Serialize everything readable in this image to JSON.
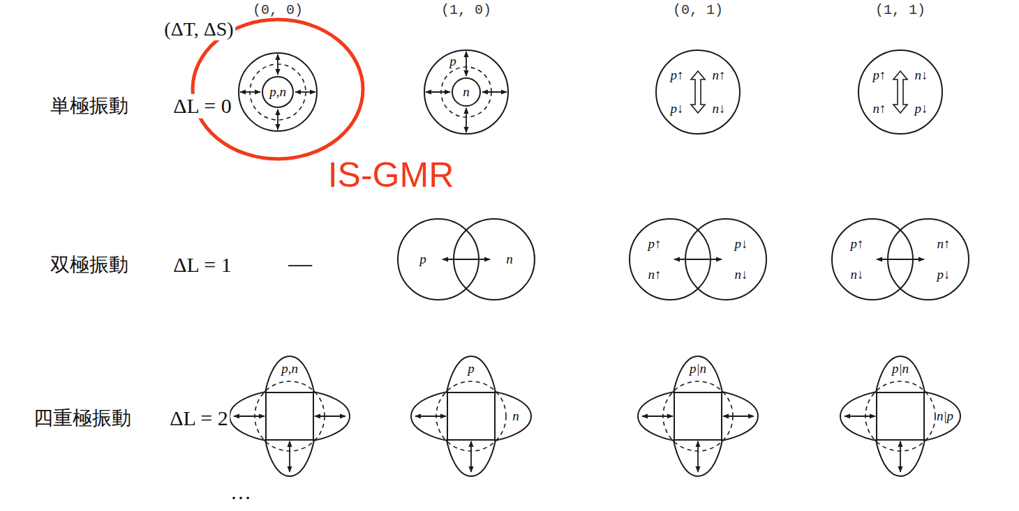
{
  "diagram": {
    "labels": [
      "(ΔT, ΔS)",
      "(0, 0)",
      "(1, 0)",
      "(0, 1)",
      "(1, 1)",
      "単極振動",
      "ΔL = 0",
      "p,n",
      "p",
      "n",
      "p↑",
      "n↑",
      "p↓",
      "n↓",
      "p↑",
      "n↓",
      "n↑",
      "p↓",
      "IS-GMR",
      "双極振動",
      "ΔL = 1",
      "—",
      "p",
      "n",
      "p↑",
      "p↓",
      "n↑",
      "n↓",
      "p↑",
      "n↑",
      "n↓",
      "p↓",
      "四重極振動",
      "ΔL = 2",
      "p,n",
      "p",
      "n",
      "p|n",
      "p|n",
      "n|p",
      "…"
    ]
  }
}
